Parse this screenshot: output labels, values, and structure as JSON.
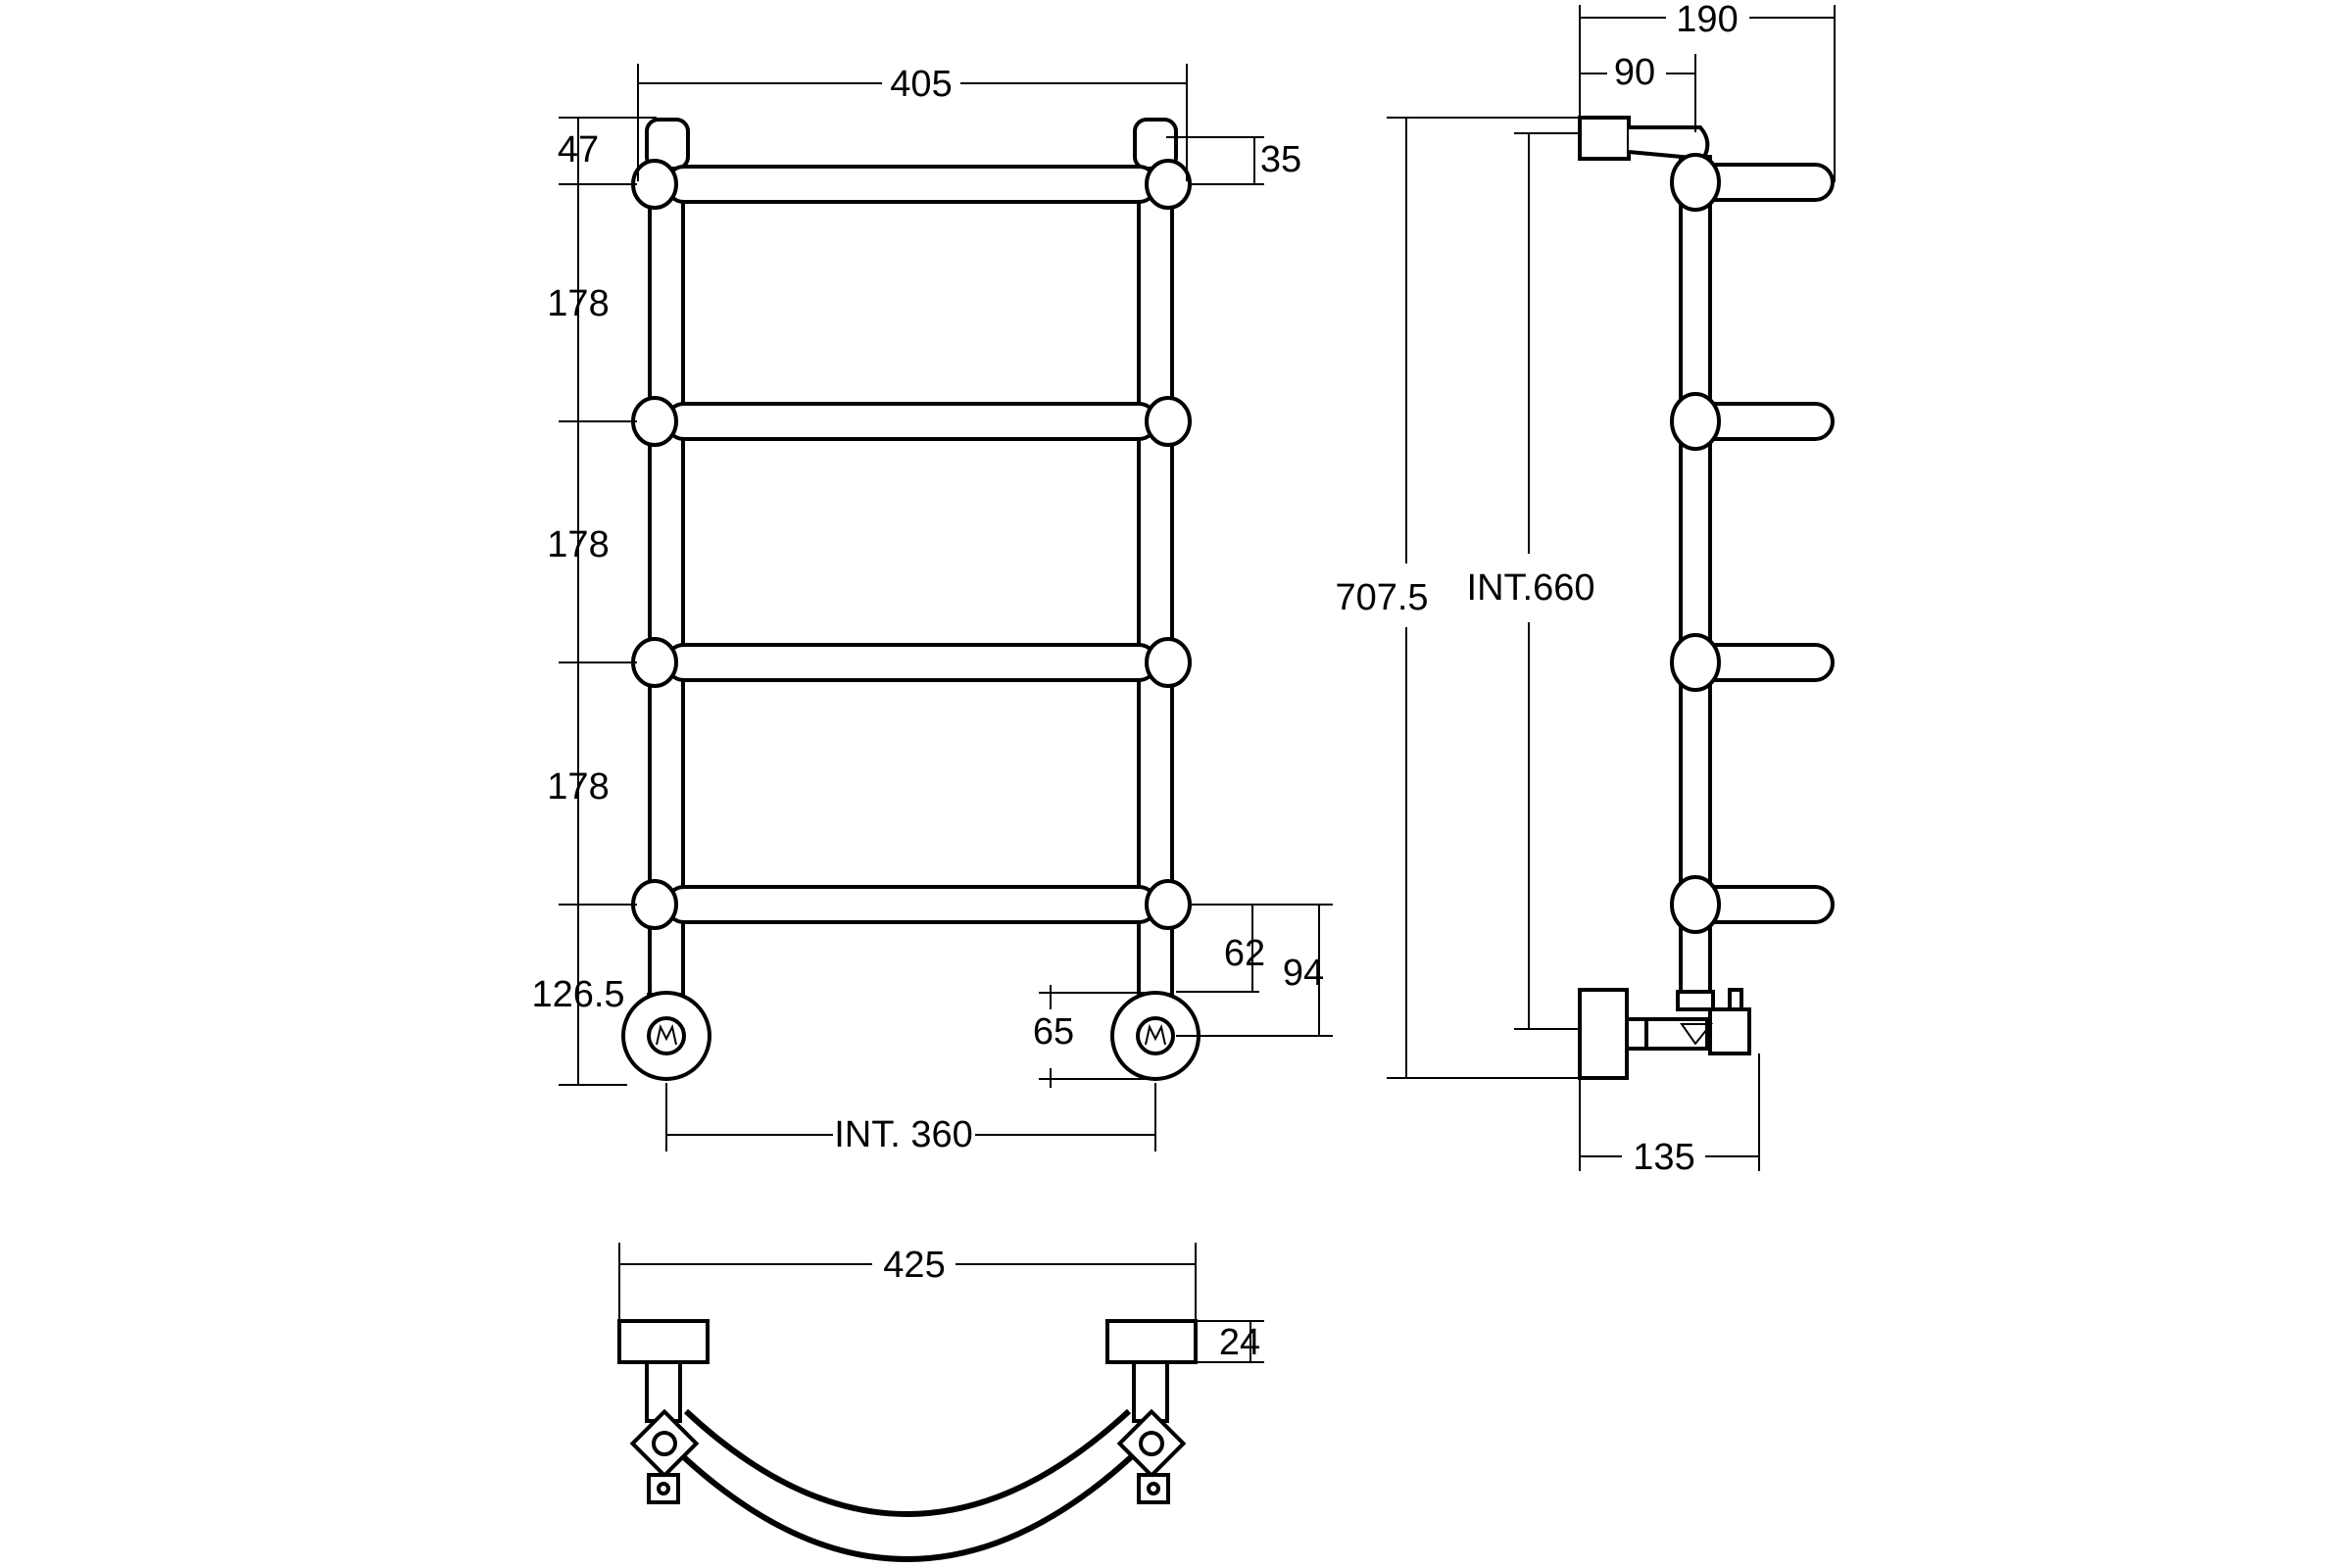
{
  "front_view": {
    "overall_width": "405",
    "top_offset": "47",
    "cap_height": "35",
    "rail_spacing_1": "178",
    "rail_spacing_2": "178",
    "rail_spacing_3": "178",
    "bottom_offset": "126.5",
    "valve_drop": "62",
    "valve_center": "94",
    "valve_diameter": "65",
    "interior_width": "INT. 360"
  },
  "side_view": {
    "overall_depth": "190",
    "bracket_depth": "90",
    "overall_height": "707.5",
    "interior_height": "INT.660",
    "valve_projection": "135"
  },
  "top_view": {
    "overall_width": "425",
    "flange_thickness": "24"
  }
}
